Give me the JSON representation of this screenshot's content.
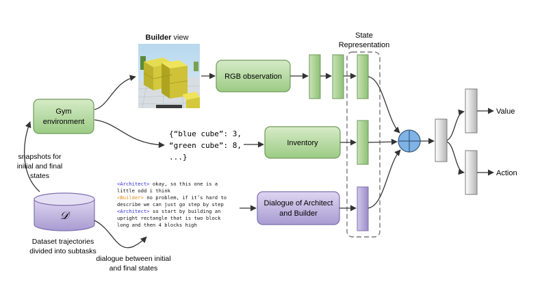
{
  "builder_view": {
    "title_bold": "Builder",
    "title_rest": " view"
  },
  "state_representation": {
    "line1": "State",
    "line2": "Representation"
  },
  "nodes": {
    "rgb": "RGB observation",
    "gym_line1": "Gym",
    "gym_line2": "environment",
    "inventory": "Inventory",
    "dialogue_line1": "Dialogue of Architect",
    "dialogue_line2": "and Builder",
    "dataset_symbol": "𝒟"
  },
  "inventory_text": {
    "line1": "{“blue cube”: 3,",
    "line2": "“green cube”: 8,",
    "line3": "...}"
  },
  "labels": {
    "snapshots_line1": "snapshots for",
    "snapshots_line2": "initial and final",
    "snapshots_line3": "states",
    "dataset_line1": "Dataset trajectories",
    "dataset_line2": "divided into subtasks",
    "dialogue_between_line1": "dialogue between initial",
    "dialogue_between_line2": "and final states"
  },
  "dialogue_sample": [
    {
      "speaker": "<Architect>",
      "speaker_color": "#2a2ad6",
      "line1": " okay, so this one is a",
      "line2": "little odd i think"
    },
    {
      "speaker": "<Builder>",
      "speaker_color": "#e08a1a",
      "line1": " no problem, if it’s hard to",
      "line2": "describe we can just go step by step"
    },
    {
      "speaker": "<Architect>",
      "speaker_color": "#2a2ad6",
      "line1": " so start by building an",
      "line2": "upright rectangle that is two block",
      "line3": "long and then 4 blocks high"
    }
  ],
  "outputs": {
    "value": "Value",
    "action": "Action"
  },
  "colors": {
    "green_top": "#d6ebc7",
    "green_bottom": "#9ccb85",
    "green_stroke": "#6d9a58",
    "purple_top": "#ddd6f0",
    "purple_bottom": "#a99bd2",
    "purple_stroke": "#7d6fae",
    "gray_top": "#ffffff",
    "gray_bottom": "#bdbdbd",
    "gray_stroke": "#7a7a7a",
    "fusion": "#7fb2e5",
    "arrow": "#333333"
  }
}
